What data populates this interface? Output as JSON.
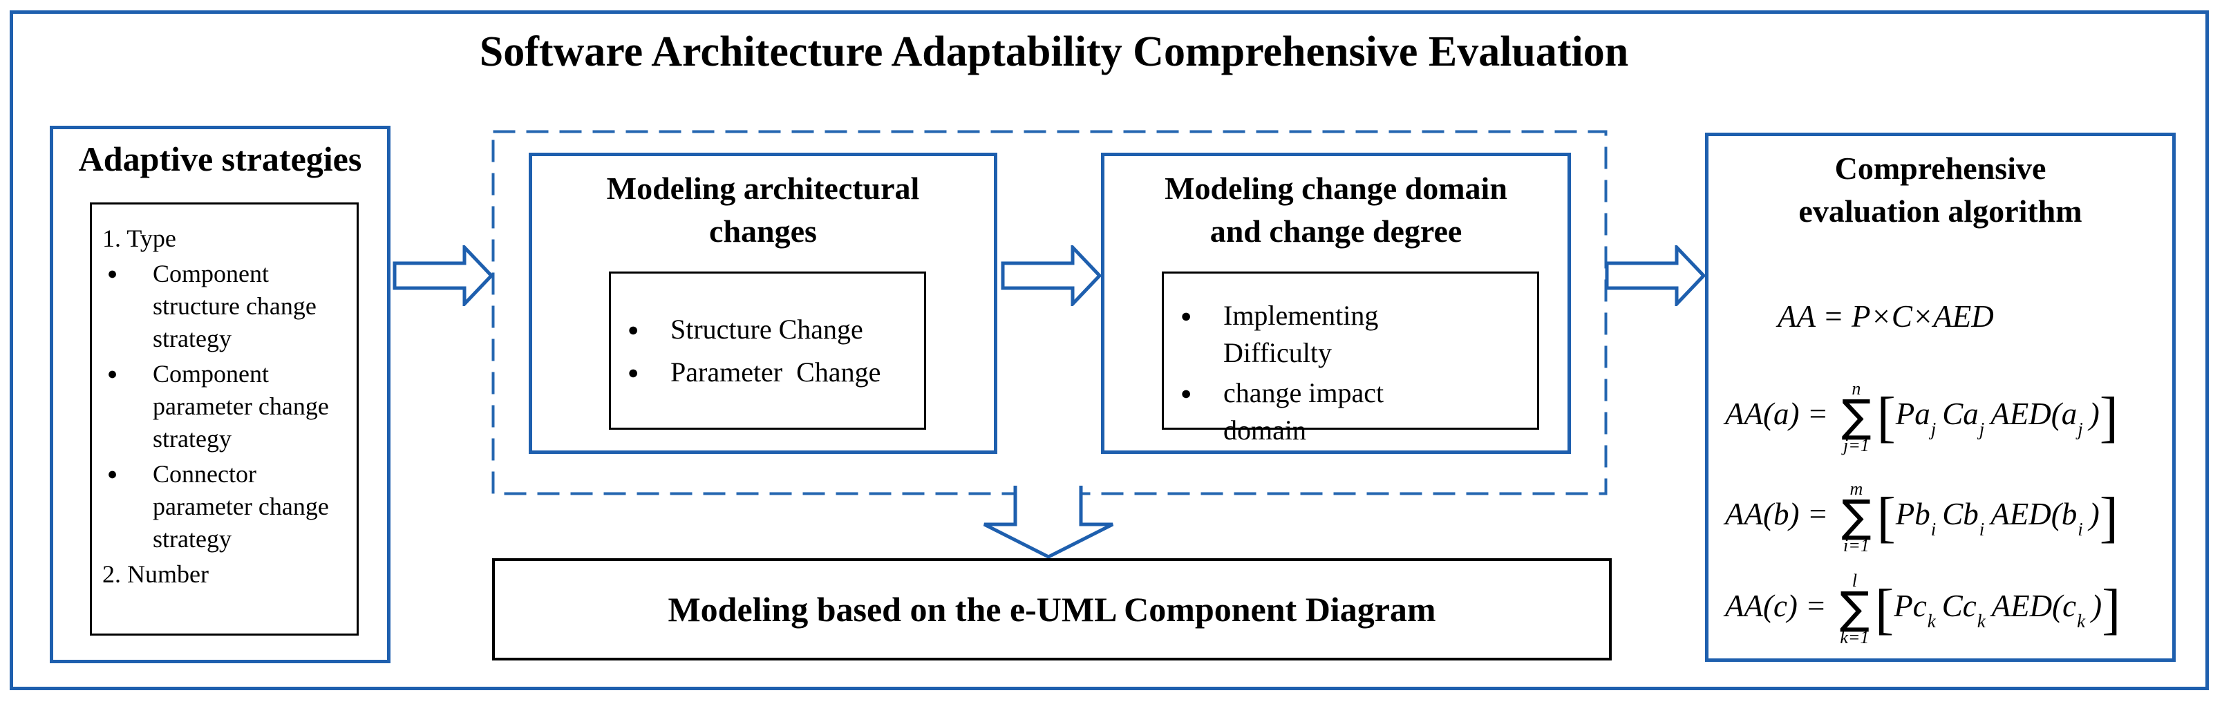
{
  "colors": {
    "border_blue": "#1e5fae",
    "dashed_blue": "#2466b0",
    "box_black": "#000000",
    "background": "#ffffff"
  },
  "title": "Software Architecture Adaptability Comprehensive Evaluation",
  "left_box": {
    "heading": "Adaptive strategies",
    "list": [
      {
        "kind": "number",
        "text": "1. Type"
      },
      {
        "kind": "bullet",
        "text": "Component structure change strategy"
      },
      {
        "kind": "bullet",
        "text": "Component parameter change strategy"
      },
      {
        "kind": "bullet",
        "text": "Connector parameter change strategy"
      },
      {
        "kind": "number",
        "text": "2. Number"
      }
    ]
  },
  "process_box_1": {
    "heading_lines": [
      "Modeling architectural",
      "changes"
    ],
    "bullets": [
      "Structure Change",
      "Parameter  Change"
    ]
  },
  "process_box_2": {
    "heading_lines": [
      "Modeling change domain",
      "and change degree"
    ],
    "bullets": [
      "Implementing Difficulty",
      "change impact domain"
    ]
  },
  "bottom_box": {
    "label": "Modeling based on the e-UML Component Diagram"
  },
  "right_box": {
    "heading_lines": [
      "Comprehensive",
      "evaluation algorithm"
    ],
    "formulas": [
      {
        "plain": "AA = P×C×AED"
      },
      {
        "lhs": "AA(a) = ",
        "sum_top": "n",
        "sum_bottom": "j=1",
        "open": "[",
        "terms": [
          {
            "t": "Pa",
            "s": "j"
          },
          {
            "t": "Ca",
            "s": "j"
          },
          {
            "t": "AED(a",
            "s": "j"
          },
          {
            "t": ")"
          }
        ],
        "close": "]"
      },
      {
        "lhs": "AA(b) = ",
        "sum_top": "m",
        "sum_bottom": "i=1",
        "open": "[",
        "terms": [
          {
            "t": "Pb",
            "s": "i"
          },
          {
            "t": "Cb",
            "s": "i"
          },
          {
            "t": "AED(b",
            "s": "i"
          },
          {
            "t": ")"
          }
        ],
        "close": "]"
      },
      {
        "lhs": "AA(c) = ",
        "sum_top": "l",
        "sum_bottom": "k=1",
        "open": "[",
        "terms": [
          {
            "t": "Pc",
            "s": "k"
          },
          {
            "t": "Cc",
            "s": "k"
          },
          {
            "t": "AED(c",
            "s": "k"
          },
          {
            "t": ")"
          }
        ],
        "close": "]"
      }
    ]
  },
  "bullet_glyph": "●"
}
